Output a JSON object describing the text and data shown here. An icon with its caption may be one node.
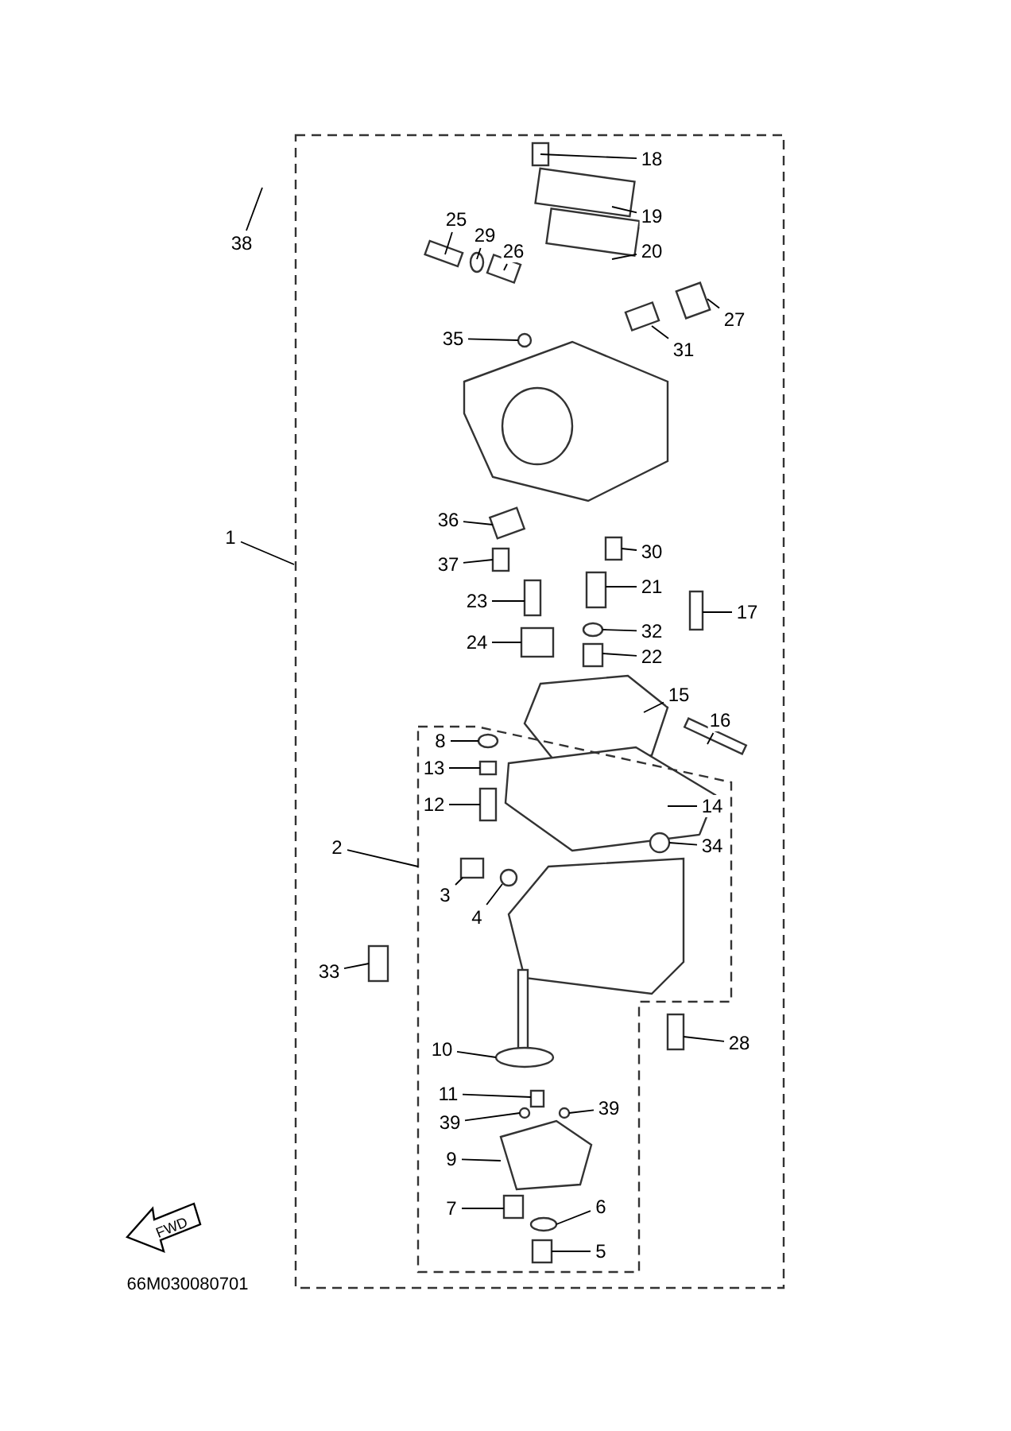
{
  "diagram": {
    "nodes": [
      {
        "text": [
          "18"
        ]
      },
      {
        "text": [
          "38"
        ]
      },
      {
        "text": [
          "25"
        ]
      },
      {
        "text": [
          "29"
        ]
      },
      {
        "text": [
          "26"
        ]
      },
      {
        "text": [
          "19"
        ]
      },
      {
        "text": [
          "20"
        ]
      },
      {
        "text": [
          "27"
        ]
      },
      {
        "text": [
          "35"
        ]
      },
      {
        "text": [
          "31"
        ]
      },
      {
        "text": [
          "1"
        ]
      },
      {
        "text": [
          "36"
        ]
      },
      {
        "text": [
          "30"
        ]
      },
      {
        "text": [
          "37"
        ]
      },
      {
        "text": [
          "21"
        ]
      },
      {
        "text": [
          "23"
        ]
      },
      {
        "text": [
          "17"
        ]
      },
      {
        "text": [
          "32"
        ]
      },
      {
        "text": [
          "24"
        ]
      },
      {
        "text": [
          "22"
        ]
      },
      {
        "text": [
          "15"
        ]
      },
      {
        "text": [
          "8"
        ]
      },
      {
        "text": [
          "16"
        ]
      },
      {
        "text": [
          "13"
        ]
      },
      {
        "text": [
          "14"
        ]
      },
      {
        "text": [
          "12"
        ]
      },
      {
        "text": [
          "2"
        ]
      },
      {
        "text": [
          "34"
        ]
      },
      {
        "text": [
          "3"
        ]
      },
      {
        "text": [
          "4"
        ]
      },
      {
        "text": [
          "33"
        ]
      },
      {
        "text": [
          "28"
        ]
      },
      {
        "text": [
          "10"
        ]
      },
      {
        "text": [
          "11"
        ]
      },
      {
        "text": [
          "39"
        ]
      },
      {
        "text": [
          "39"
        ]
      },
      {
        "text": [
          "9"
        ]
      },
      {
        "text": [
          "7"
        ]
      },
      {
        "text": [
          "6"
        ]
      },
      {
        "text": [
          "5"
        ]
      }
    ],
    "edges": [
      {
        "from": 0,
        "to": null,
        "arrow": "none"
      },
      {
        "from": 1,
        "to": null,
        "arrow": "none"
      },
      {
        "from": 2,
        "to": null,
        "arrow": "none"
      },
      {
        "from": 3,
        "to": null,
        "arrow": "none"
      },
      {
        "from": 4,
        "to": null,
        "arrow": "none"
      },
      {
        "from": 5,
        "to": null,
        "arrow": "none"
      },
      {
        "from": 6,
        "to": null,
        "arrow": "none"
      },
      {
        "from": 7,
        "to": null,
        "arrow": "none"
      },
      {
        "from": 8,
        "to": null,
        "arrow": "none"
      },
      {
        "from": 9,
        "to": null,
        "arrow": "none"
      },
      {
        "from": 10,
        "to": null,
        "arrow": "none"
      },
      {
        "from": 11,
        "to": null,
        "arrow": "none"
      },
      {
        "from": 12,
        "to": null,
        "arrow": "none"
      },
      {
        "from": 13,
        "to": null,
        "arrow": "none"
      },
      {
        "from": 14,
        "to": null,
        "arrow": "none"
      },
      {
        "from": 15,
        "to": null,
        "arrow": "none"
      },
      {
        "from": 16,
        "to": null,
        "arrow": "none"
      },
      {
        "from": 17,
        "to": null,
        "arrow": "none"
      },
      {
        "from": 18,
        "to": null,
        "arrow": "none"
      },
      {
        "from": 19,
        "to": null,
        "arrow": "none"
      },
      {
        "from": 20,
        "to": null,
        "arrow": "none"
      },
      {
        "from": 21,
        "to": null,
        "arrow": "none"
      },
      {
        "from": 22,
        "to": null,
        "arrow": "none"
      },
      {
        "from": 23,
        "to": null,
        "arrow": "none"
      },
      {
        "from": 24,
        "to": null,
        "arrow": "none"
      },
      {
        "from": 25,
        "to": null,
        "arrow": "none"
      },
      {
        "from": 26,
        "to": null,
        "arrow": "none"
      },
      {
        "from": 27,
        "to": null,
        "arrow": "none"
      },
      {
        "from": 28,
        "to": null,
        "arrow": "none"
      },
      {
        "from": 29,
        "to": null,
        "arrow": "none"
      },
      {
        "from": 30,
        "to": null,
        "arrow": "none"
      },
      {
        "from": 31,
        "to": null,
        "arrow": "none"
      },
      {
        "from": 32,
        "to": null,
        "arrow": "none"
      },
      {
        "from": 33,
        "to": null,
        "arrow": "none"
      },
      {
        "from": 34,
        "to": null,
        "arrow": "none"
      },
      {
        "from": 35,
        "to": null,
        "arrow": "none"
      },
      {
        "from": 36,
        "to": null,
        "arrow": "none"
      },
      {
        "from": 37,
        "to": null,
        "arrow": "none"
      },
      {
        "from": 38,
        "to": null,
        "arrow": "none"
      },
      {
        "from": 39,
        "to": null,
        "arrow": "none"
      }
    ],
    "labels": [
      "FWD",
      "66M030080701"
    ]
  }
}
